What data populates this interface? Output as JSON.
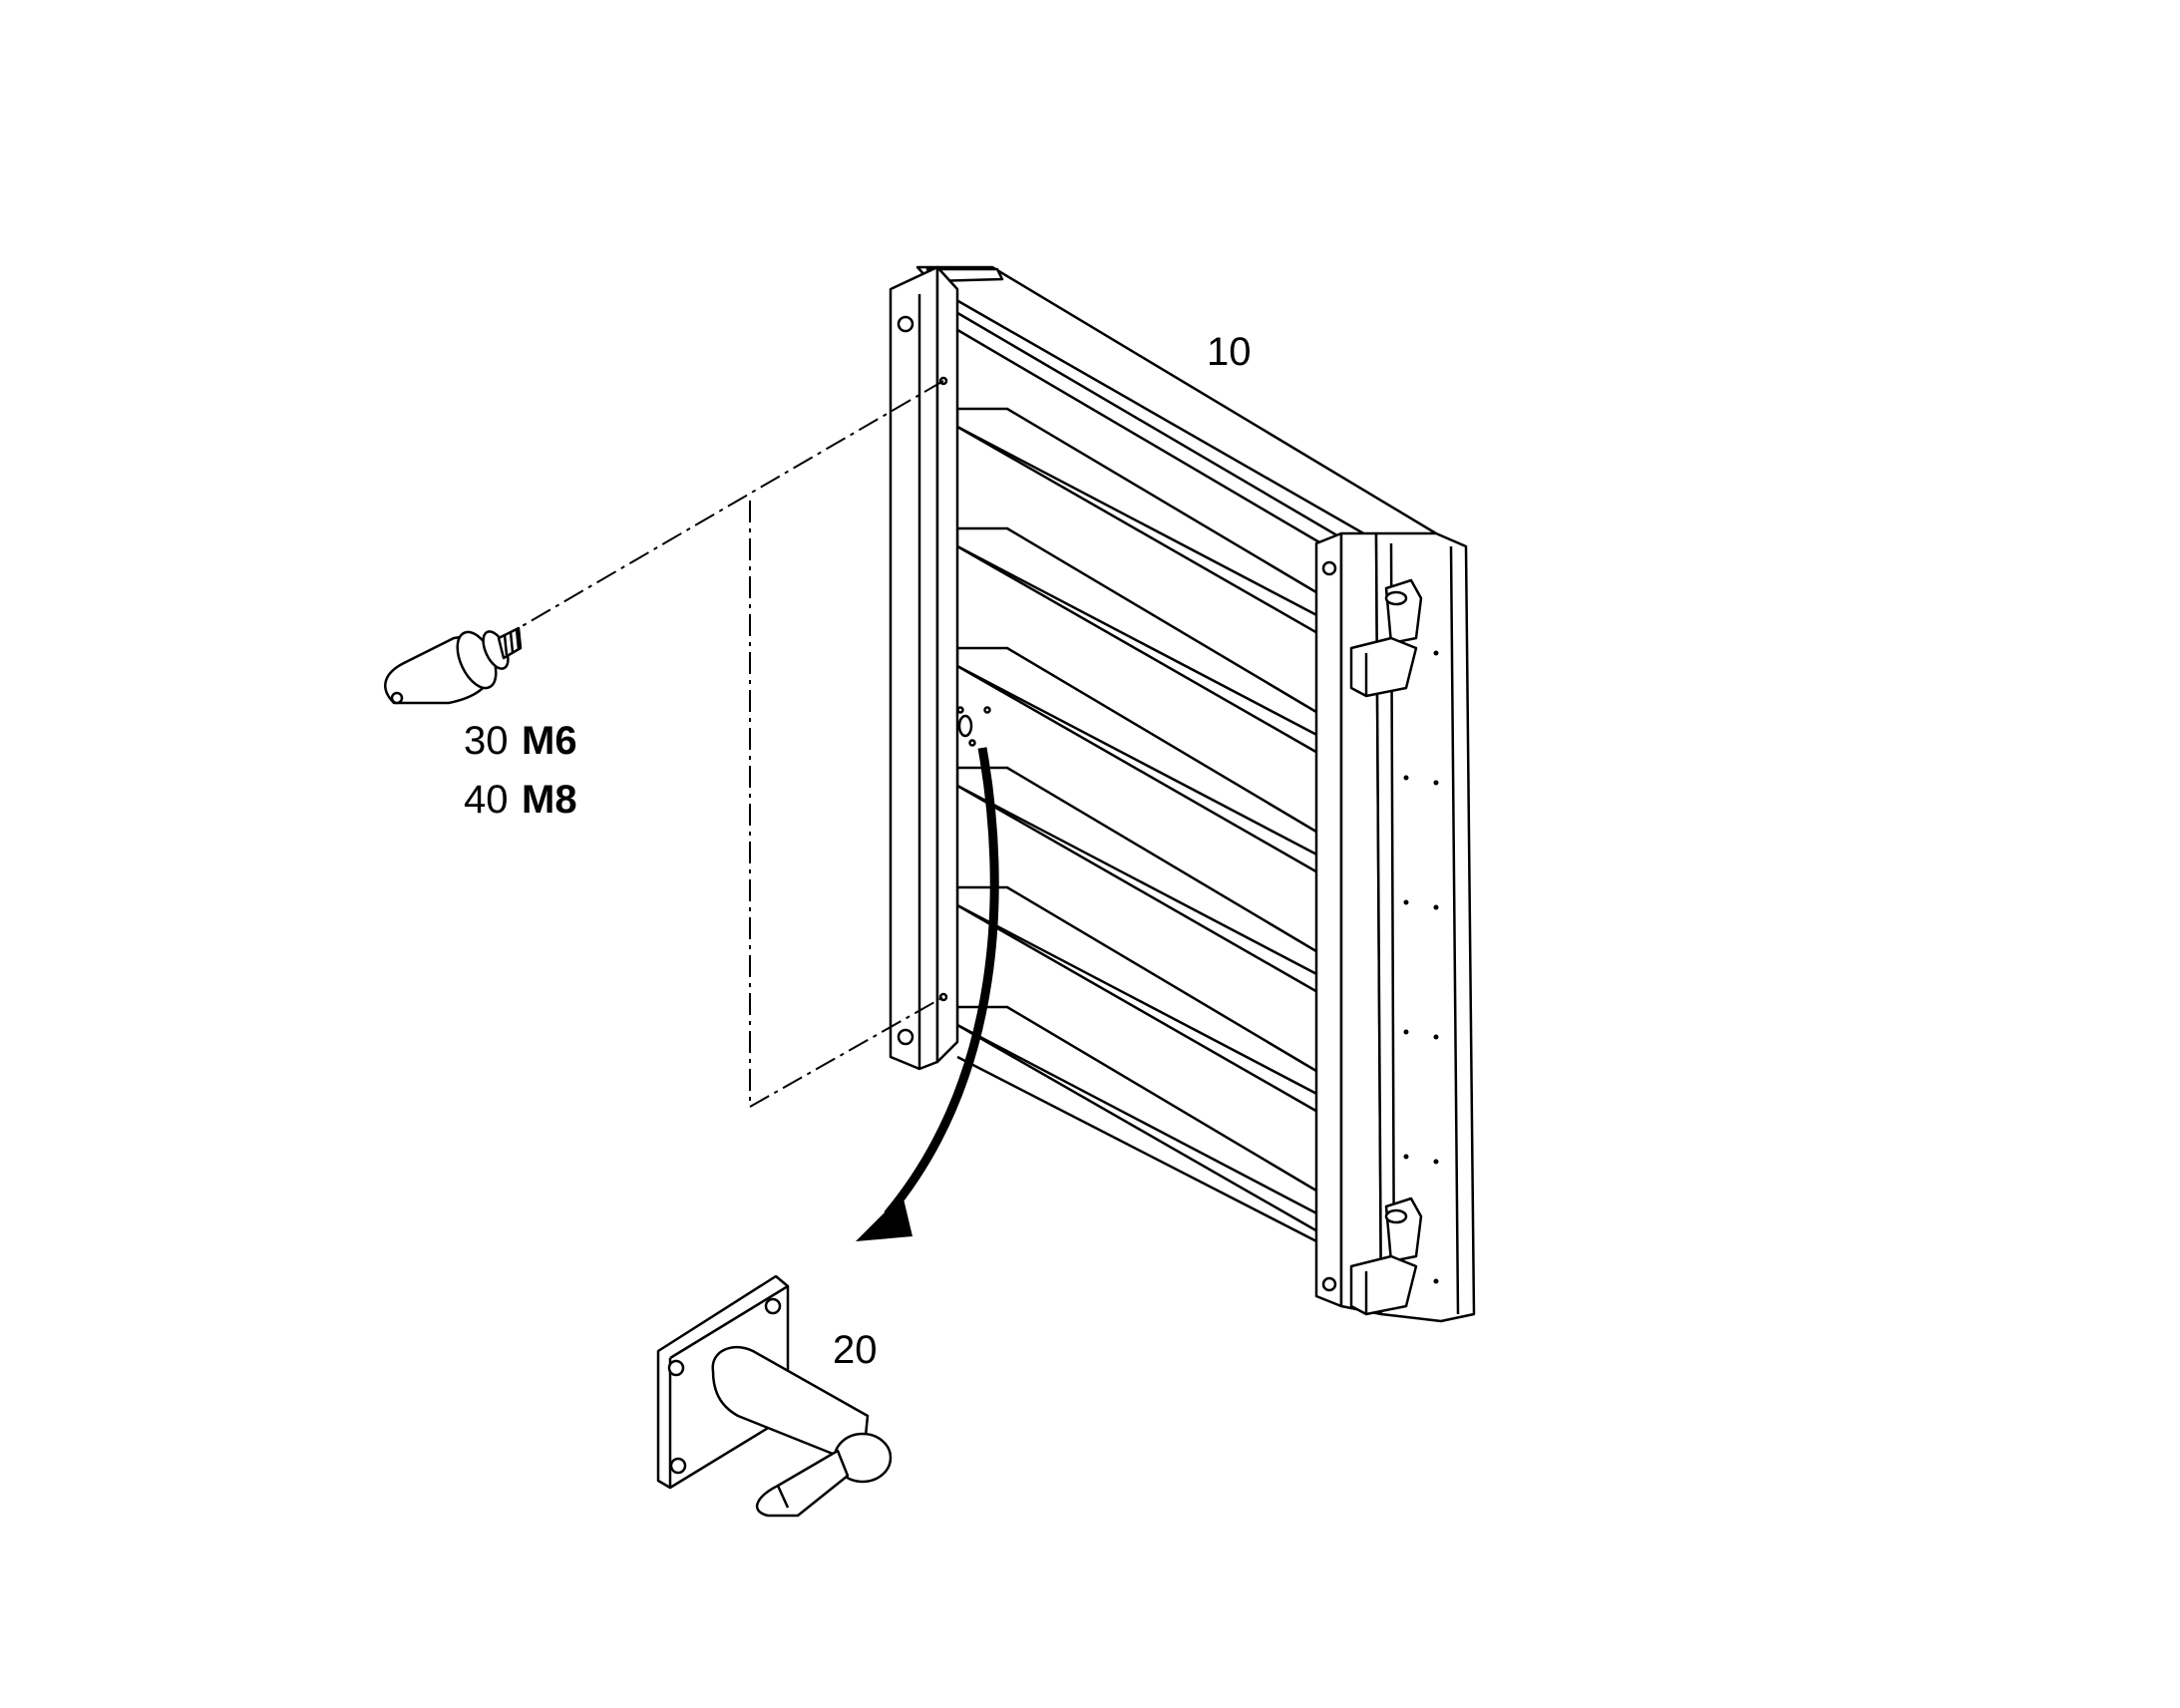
{
  "labels": {
    "item_10": "10",
    "item_20": "20",
    "item_30": "30",
    "item_30_size": "M6",
    "item_40": "40",
    "item_40_size": "M8"
  },
  "colors": {
    "line": "#000000",
    "fill": "#ffffff"
  }
}
